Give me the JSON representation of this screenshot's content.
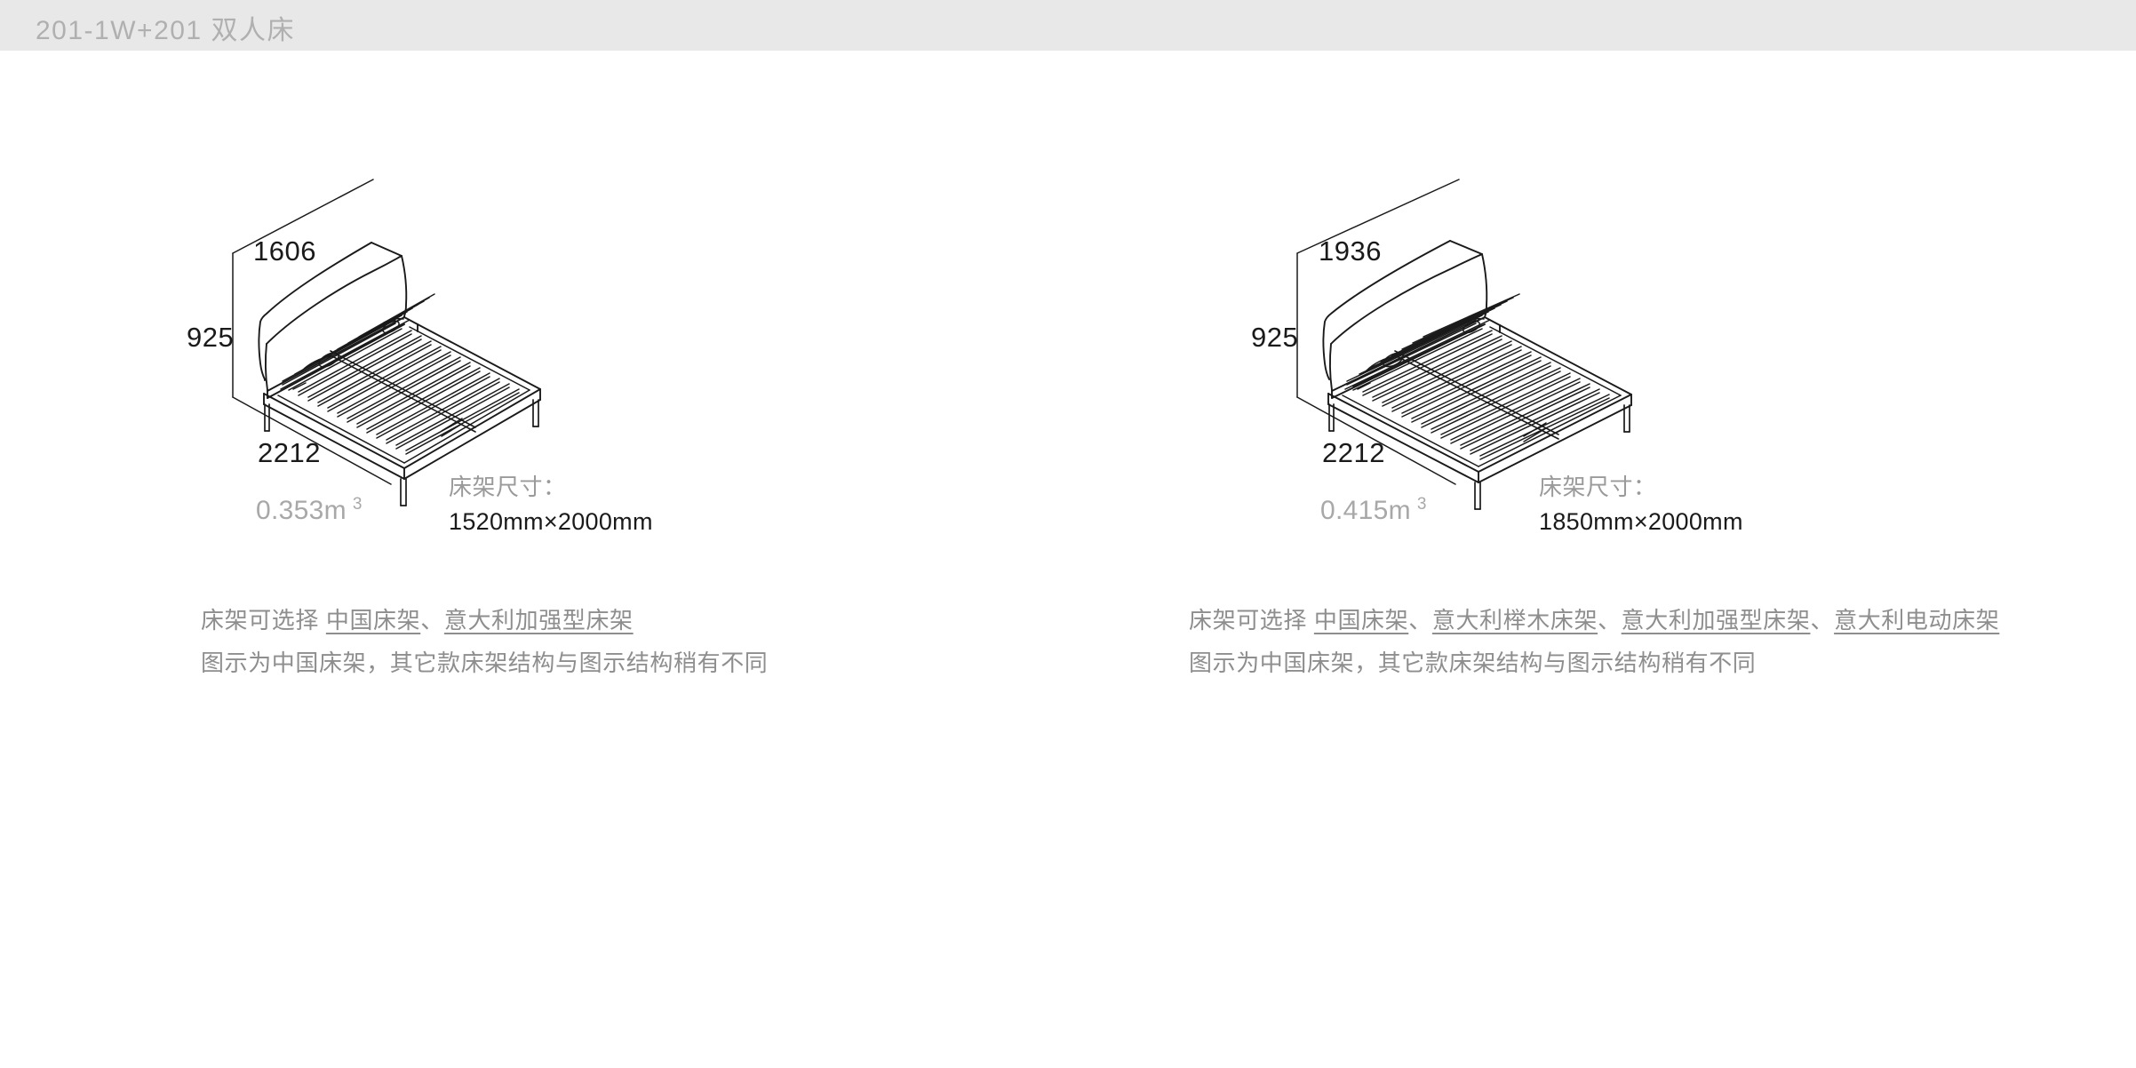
{
  "header": {
    "title": "201-1W+201 双人床"
  },
  "panels": [
    {
      "id": "left",
      "dimensions": {
        "width_label": "1606",
        "height_label": "925",
        "length_label": "2212"
      },
      "volume": {
        "value": "0.353m",
        "exponent": "3"
      },
      "frame_size": {
        "label": "床架尺寸：",
        "value": "1520mm×2000mm"
      },
      "notes": {
        "prefix": "床架可选择",
        "options": [
          "中国床架",
          "意大利加强型床架"
        ],
        "separator": "、",
        "second_line": "图示为中国床架，其它款床架结构与图示结构稍有不同"
      },
      "drawing": {
        "name": "bed-frame-isometric",
        "slat_count": 22
      }
    },
    {
      "id": "right",
      "dimensions": {
        "width_label": "1936",
        "height_label": "925",
        "length_label": "2212"
      },
      "volume": {
        "value": "0.415m",
        "exponent": "3"
      },
      "frame_size": {
        "label": "床架尺寸：",
        "value": "1850mm×2000mm"
      },
      "notes": {
        "prefix": "床架可选择",
        "options": [
          "中国床架",
          "意大利榉木床架",
          "意大利加强型床架",
          "意大利电动床架"
        ],
        "separator": "、",
        "second_line": "图示为中国床架，其它款床架结构与图示结构稍有不同"
      },
      "drawing": {
        "name": "bed-frame-isometric",
        "slat_count": 25
      }
    }
  ],
  "colors": {
    "header_bg": "#e8e8e8",
    "header_text": "#b0b0b0",
    "line": "#1a1a1a",
    "muted_text": "#9a9a9a",
    "body_text": "#1a1a1a",
    "note_text": "#8e8e8e"
  }
}
